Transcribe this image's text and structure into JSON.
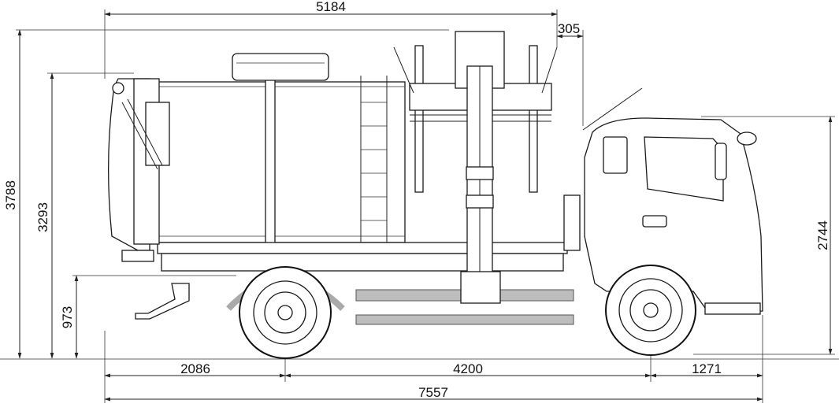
{
  "dimensions": {
    "top_overall": "5184",
    "top_overhang": "305",
    "left_outer": "3788",
    "left_inner": "3293",
    "left_lower": "973",
    "right_cab": "2744",
    "bottom_rear_overhang": "2086",
    "bottom_wheelbase": "4200",
    "bottom_front_overhang": "1271",
    "bottom_overall": "7557"
  }
}
